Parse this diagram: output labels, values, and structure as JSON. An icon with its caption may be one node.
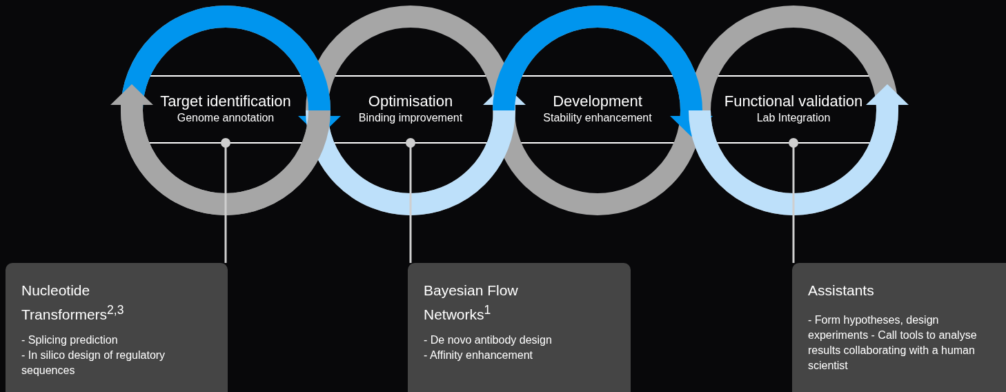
{
  "diagram": {
    "nodes": [
      {
        "text": [
          "Target identification",
          "Genome annotation"
        ]
      },
      {
        "text": [
          "Optimisation",
          "Binding improvement"
        ]
      },
      {
        "text": [
          "Development",
          "Stability enhancement"
        ]
      },
      {
        "text": [
          "Functional validation",
          "Lab Integration"
        ]
      },
      {
        "text": [
          "Nucleotide Transformers$^{2,3}$",
          "- Splicing prediction",
          "- In silico design of regulatory sequences"
        ]
      },
      {
        "text": [
          "Bayesian Flow Networks$^{1}$",
          "- De novo antibody design",
          "- Affinity enhancement"
        ]
      },
      {
        "text": [
          "Assistants",
          "- Form hypotheses, design experiments - Call tools to analyse results collaborating with a human scientist"
        ]
      }
    ],
    "edges": [
      {
        "from": 0,
        "to": 1,
        "arrow": "to",
        "color": "#0095ee"
      },
      {
        "from": 1,
        "to": 2,
        "arrow": "to",
        "color": "#bde0fa"
      },
      {
        "from": 2,
        "to": 3,
        "arrow": "to",
        "color": "#0095ee"
      },
      {
        "from": null,
        "to": 3,
        "arrow": "to",
        "color": "#bde0fa"
      },
      {
        "from": null,
        "to": 0,
        "arrow": "to",
        "color": "#a6a6a6"
      },
      {
        "from": 0,
        "to": 4,
        "arrow": "other"
      },
      {
        "from": 1,
        "to": 5,
        "arrow": "other"
      },
      {
        "from": 3,
        "to": 6,
        "arrow": "other"
      }
    ]
  }
}
